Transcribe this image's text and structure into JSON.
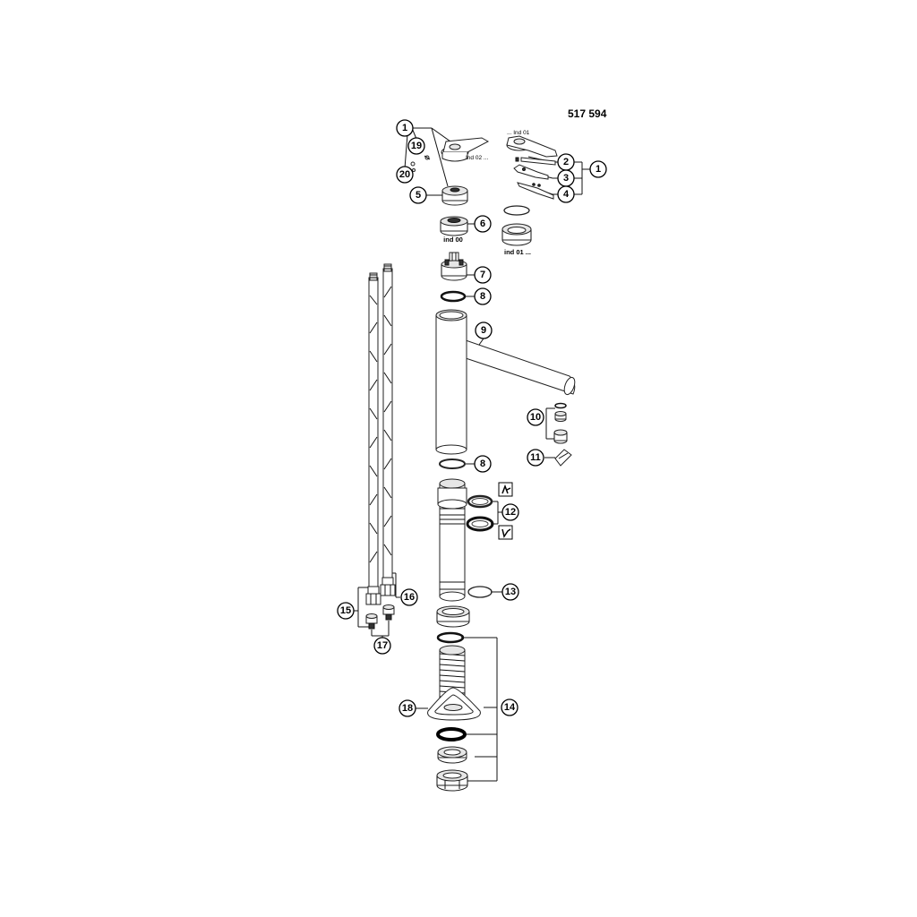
{
  "drawing_number": "517 594",
  "callouts": [
    "1",
    "19",
    "20",
    "5",
    "2",
    "3",
    "4",
    "6",
    "7",
    "8",
    "9",
    "10",
    "11",
    "12",
    "13",
    "14",
    "15",
    "16",
    "17",
    "18"
  ],
  "variant_labels": {
    "ind_02": "Ind 02 ...",
    "ind_01_top": "... Ind 01",
    "ind_00": "ind 00",
    "ind_01": "ind 01 ..."
  }
}
